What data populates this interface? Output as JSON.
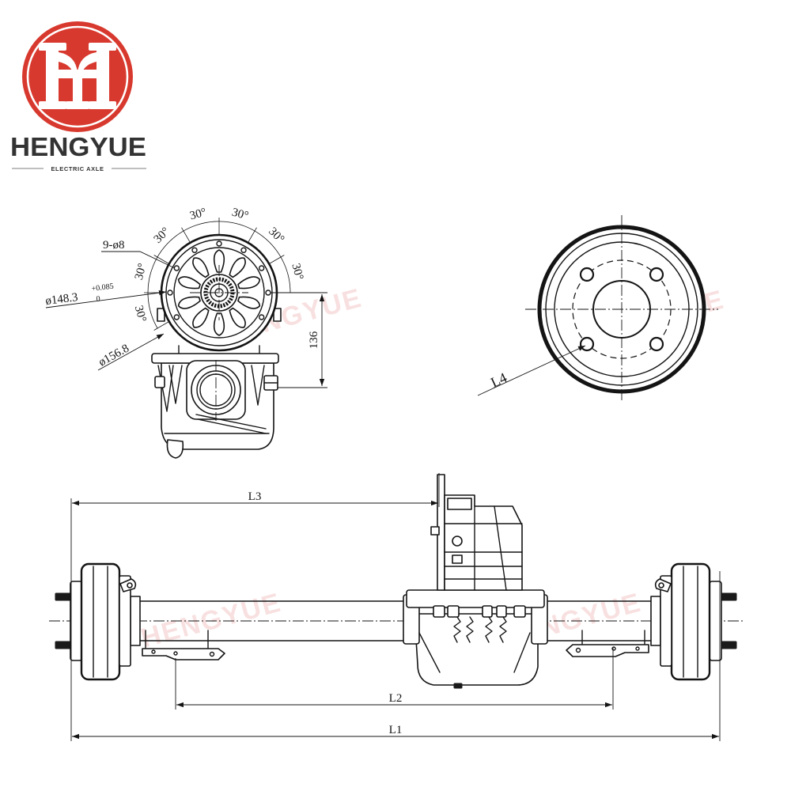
{
  "logo": {
    "brand": "HENGYUE",
    "tagline": "ELECTRIC AXLE",
    "color": "#d8392e"
  },
  "motor_end_view": {
    "angle_labels": [
      "30°",
      "30°",
      "30°",
      "30°",
      "30°",
      "30°",
      "30°"
    ],
    "bolt_hole_callout": "9-ø8",
    "bore_diameter": "ø148.3",
    "bore_tolerance_upper": "+0.085",
    "bore_tolerance_lower": "0",
    "pilot_diameter": "ø156.8",
    "center_height": "136"
  },
  "brake_drum_view": {
    "bolt_circle_label": "L4"
  },
  "axle_side_view": {
    "motor_offset_label": "L3",
    "spring_seat_span_label": "L2",
    "overall_length_label": "L1"
  },
  "watermarks": [
    "HENGYUE",
    "HENGYUE",
    "HENGYUE",
    "HENGYUE"
  ],
  "colors": {
    "line": "#141414",
    "watermark": "#e06a6a"
  }
}
